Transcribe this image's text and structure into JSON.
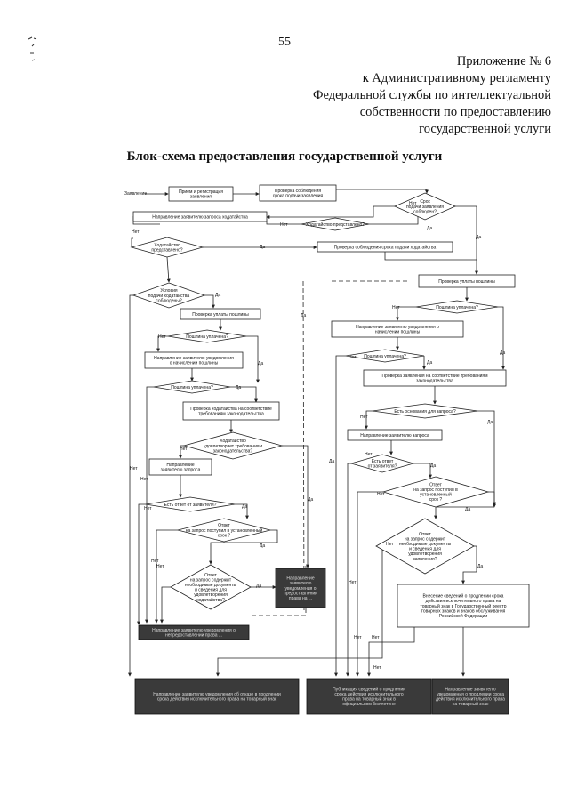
{
  "page_number": "55",
  "appendix": {
    "line1": "Приложение № 6",
    "line2": "к Административному регламенту",
    "line3": "Федеральной службы по интеллектуальной",
    "line4": "собственности по предоставлению",
    "line5": "государственной услуги"
  },
  "title": "Блок-схема предоставления государственной услуги",
  "nodes": {
    "start": "Заявление",
    "b1": [
      "Прием и регистрация",
      "заявления"
    ],
    "b2": [
      "Проверка соблюдения",
      "срока подачи заявления"
    ],
    "d1": [
      "Срок",
      "подачи заявления",
      "соблюден?"
    ],
    "d2": [
      "Ходатайство представлено?"
    ],
    "b3": [
      "Направление заявителю запроса ходатайства"
    ],
    "d3": [
      "Ходатайство",
      "представлено?"
    ],
    "b4": [
      "Проверка соблюдения срока подачи ходатайства"
    ],
    "b5": [
      "Проверка уплаты пошлины"
    ],
    "d4": [
      "Условия",
      "подачи ходатайства",
      "соблюдены?"
    ],
    "b6": [
      "Проверка уплаты пошлины"
    ],
    "d5": [
      "Пошлина уплачена?"
    ],
    "b7": [
      "Направление заявителю уведомления о",
      "начислении пошлины"
    ],
    "d6": [
      "Пошлина уплачена?"
    ],
    "b8": [
      "Направление заявителю уведомления",
      "о начислении пошлины"
    ],
    "d7": [
      "Пошлина уплачена?"
    ],
    "b9": [
      "Проверка заявления на соответствие требованиям",
      "законодательства"
    ],
    "d8": [
      "Пошлина уплачена?"
    ],
    "d9": [
      "Есть основания для запроса?"
    ],
    "b10": [
      "Проверка ходатайства на соответствие",
      "требованиям законодательства"
    ],
    "b11": [
      "Направление заявителю запроса"
    ],
    "d10": [
      "Ходатайство",
      "удовлетворяет требованиям",
      "законодательства?"
    ],
    "d11": [
      "Есть ответ",
      "от заявителя?"
    ],
    "b12": [
      "Направление",
      "заявителю запроса"
    ],
    "d12": [
      "Ответ",
      "на запрос поступил в",
      "установленный",
      "срок ?"
    ],
    "d13": [
      "Есть ответ от заявителя?"
    ],
    "d14": [
      "Ответ",
      "на запрос поступил в установленный",
      "срок ?"
    ],
    "d15": [
      "Ответ",
      "на запрос содержит",
      "необходимые документы",
      "и сведения для",
      "удовлетворения",
      "заявления?"
    ],
    "d16": [
      "Ответ",
      "на запрос содержит",
      "необходимые документы",
      "и сведения для",
      "удовлетворения",
      "ходатайства?"
    ],
    "b13": [
      "Внесение сведений о продлении срока",
      "действия исключительного права на",
      "товарный знак в Государственный реестр",
      "товарных знаков и знаков обслуживания",
      "Российской Федерации"
    ],
    "r1": [
      "Направление",
      "заявителю",
      "уведомления о",
      "предоставлении",
      "права на ..."
    ],
    "r2": [
      "Направление заявителю уведомления о",
      "непредоставлении права ..."
    ],
    "r3": [
      "Направление заявителю уведомления об отказе в продлении",
      "срока действия исключительного права на товарный знак"
    ],
    "r4": [
      "Публикация сведений о продлении",
      "срока действия исключительного",
      "права на товарный знак в",
      "официальном бюллетене"
    ],
    "r5": [
      "Направление заявителю",
      "уведомления о продлении срока",
      "действия исключительного права",
      "на товарный знак"
    ]
  },
  "labels": {
    "yes": "Да",
    "no": "Нет"
  }
}
